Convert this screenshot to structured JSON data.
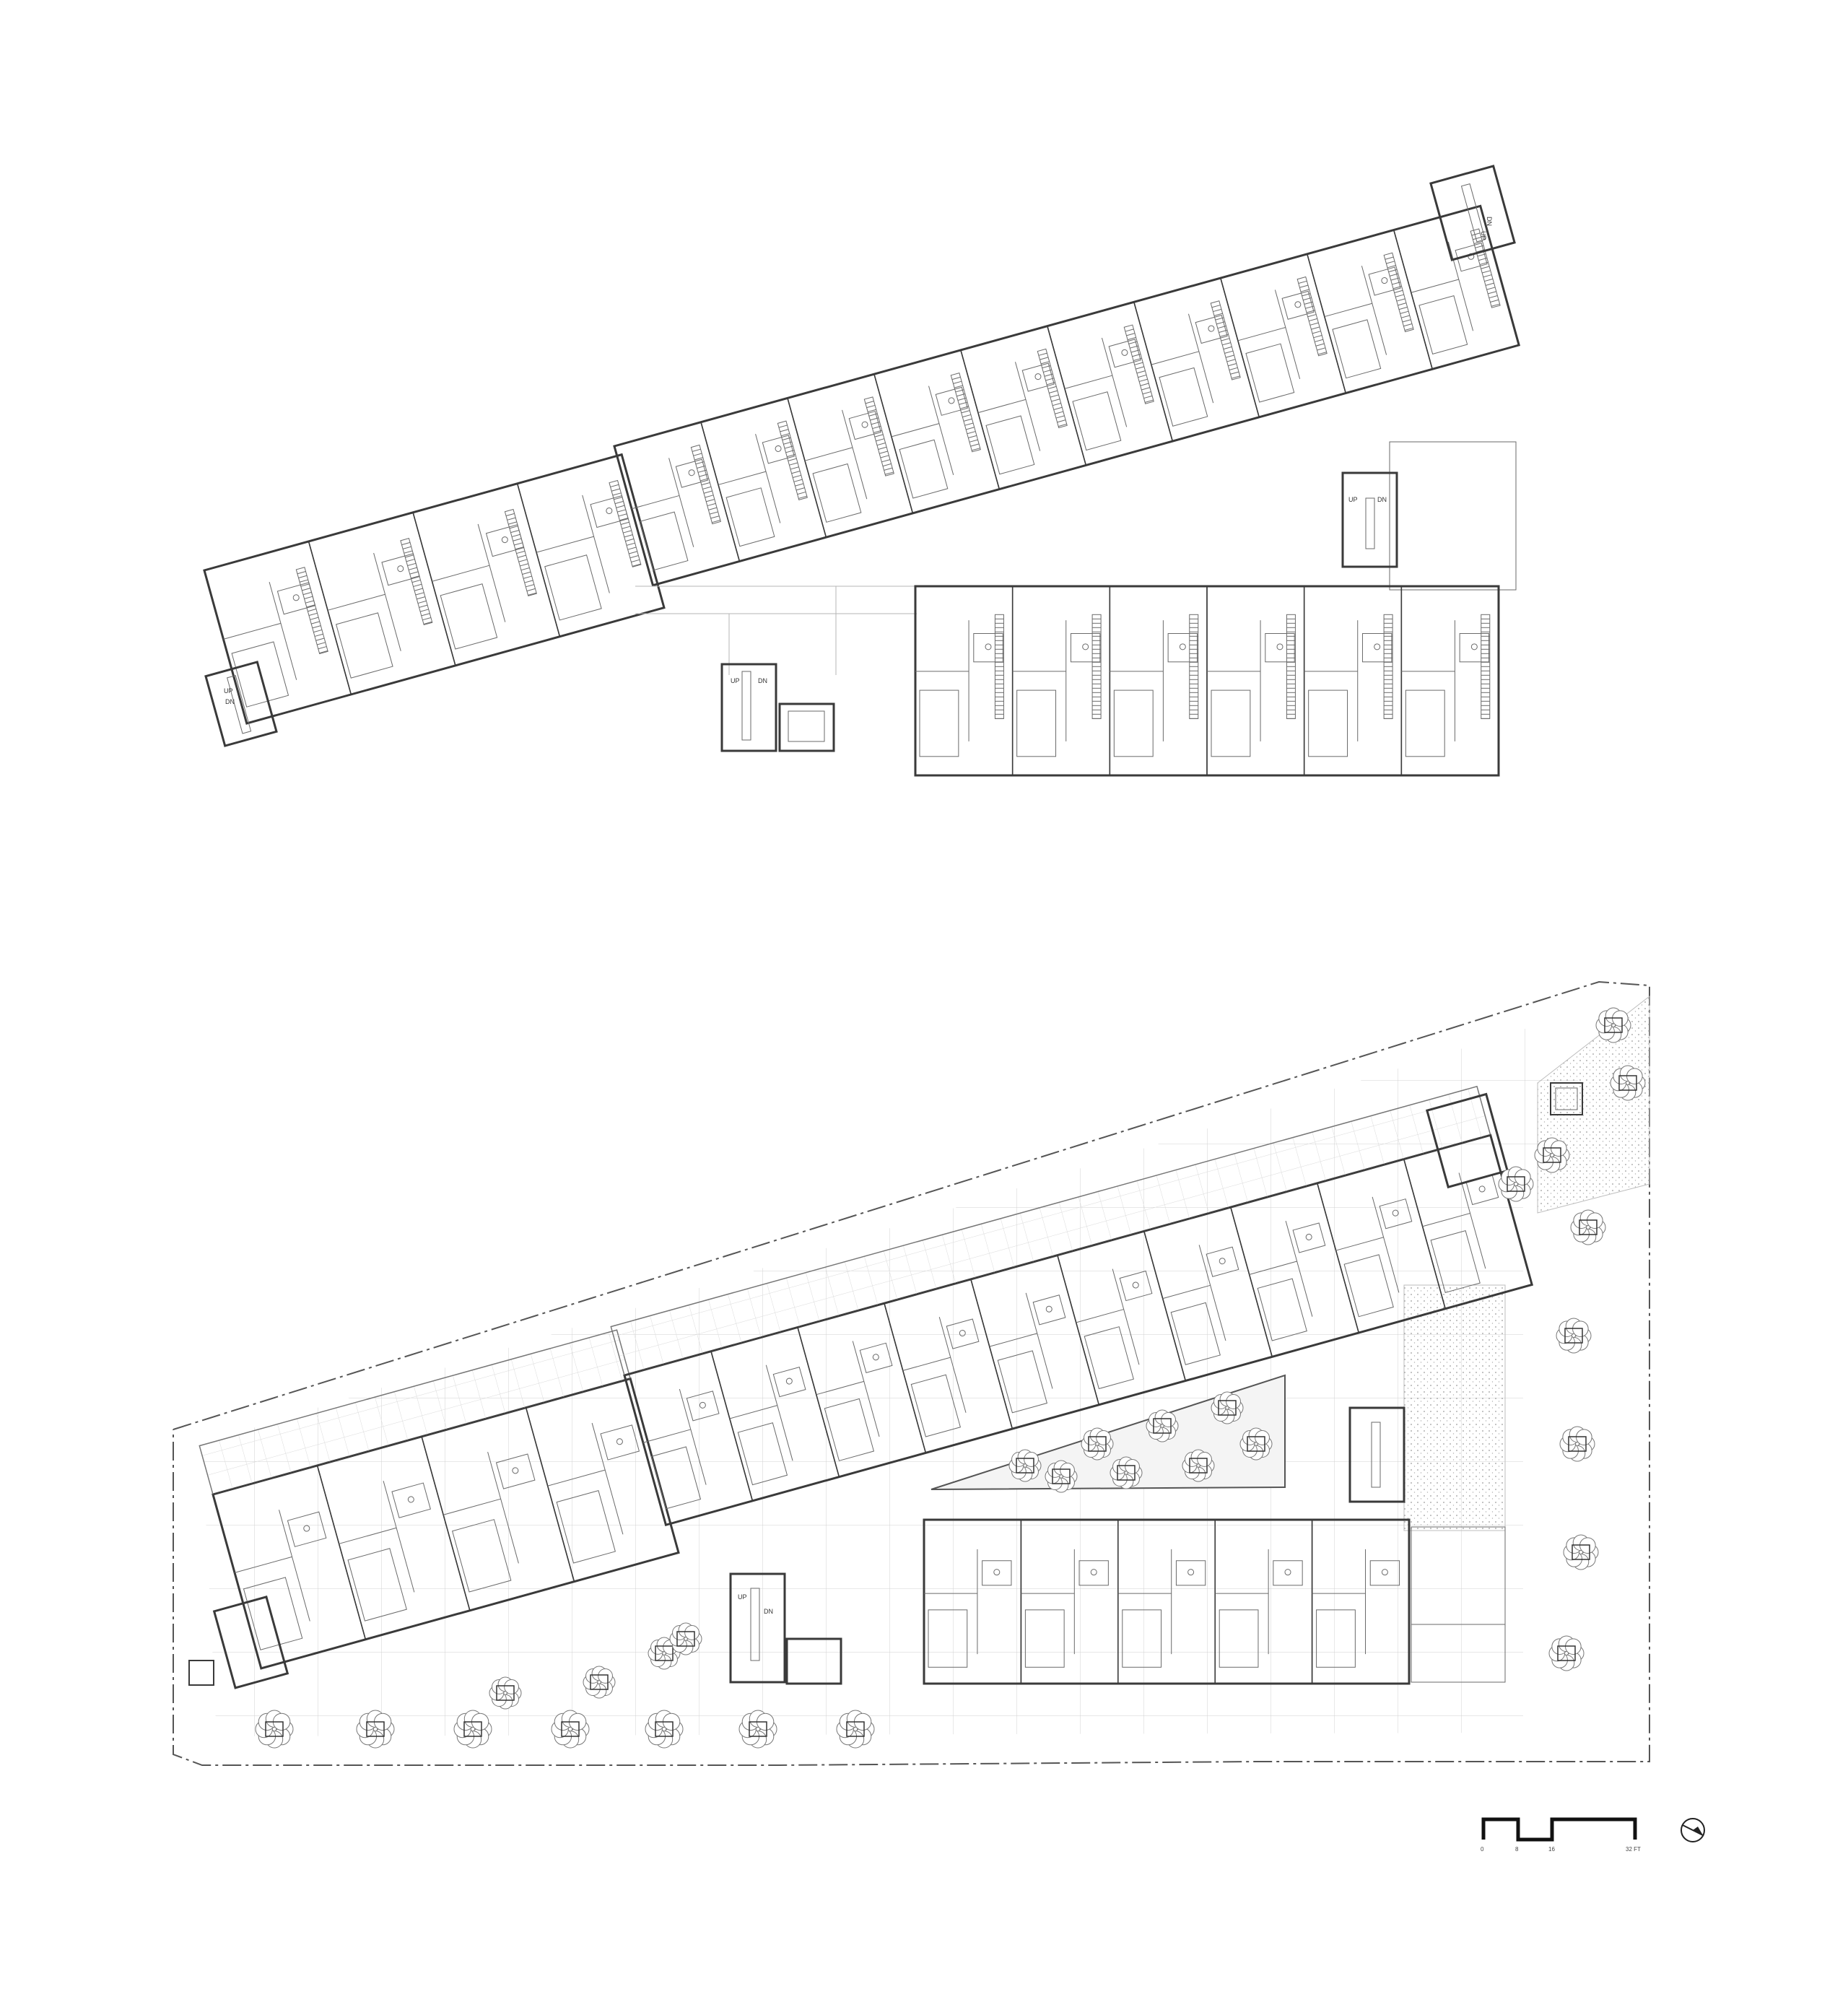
{
  "drawing": {
    "stair_labels": {
      "up": "UP",
      "down": "DN"
    }
  },
  "scale_bar": {
    "ticks": [
      "0",
      "8",
      "16",
      "32 FT"
    ]
  },
  "north_arrow": {
    "icon": "north-arrow-icon"
  },
  "upper_plan": {
    "diagonal_bar_units": 14,
    "right_block_units": 6
  },
  "ground_plan": {
    "diagonal_bar_units": 14,
    "right_block_units": 5
  }
}
